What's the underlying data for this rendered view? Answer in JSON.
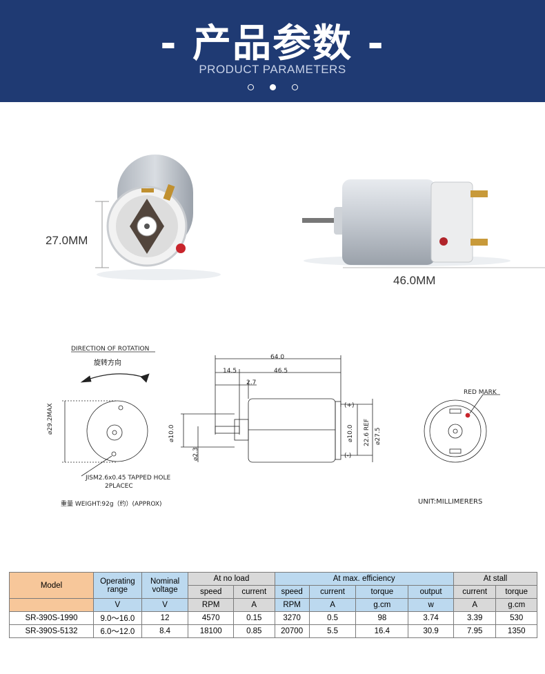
{
  "header": {
    "title": "- 产品参数 -",
    "subtitle": "PRODUCT PARAMETERS",
    "active_dot": 1,
    "bg_color": "#1f3a73"
  },
  "photos": {
    "diameter_label": "27.0MM",
    "length_label": "46.0MM"
  },
  "drawing": {
    "direction_en": "DIRECTION OF ROTATION",
    "direction_cn": "旋转方向",
    "dia_max": "⌀29.2MAX",
    "tapped_hole": "JISM2.6x0.45 TAPPED HOLE",
    "places": "2PLACEC",
    "weight": "重量 WEIGHT:92g（约）(APPROX)",
    "dim_64": "64.0",
    "dim_14_5": "14.5",
    "dim_46_5": "46.5",
    "dim_2_7": "2.7",
    "dim_10_left": "⌀10.0",
    "dim_2_3": "⌀2.3",
    "dim_10_right": "⌀10.0",
    "dim_22_6": "22.6 REF",
    "dim_27_5": "⌀27.5",
    "plus": "(+)",
    "minus": "(-)",
    "red_mark": "RED MARK",
    "unit": "UNIT:MILLIMERERS"
  },
  "table": {
    "model_header": "Model",
    "operating_header": "Operating range",
    "nominal_header": "Nominal voltage",
    "no_load_header": "At no load",
    "max_eff_header": "At max. efficiency",
    "stall_header": "At stall",
    "sub": {
      "speed": "speed",
      "current": "current",
      "torque": "torque",
      "output": "output"
    },
    "units": [
      "V",
      "V",
      "RPM",
      "A",
      "RPM",
      "A",
      "g.cm",
      "w",
      "A",
      "g.cm"
    ],
    "rows": [
      [
        "SR-390S-1990",
        "9.0～16.0",
        "12",
        "4570",
        "0.15",
        "3270",
        "0.5",
        "98",
        "3.74",
        "3.39",
        "530"
      ],
      [
        "SR-390S-5132",
        "6.0～12.0",
        "8.4",
        "18100",
        "0.85",
        "20700",
        "5.5",
        "16.4",
        "30.9",
        "7.95",
        "1350"
      ]
    ]
  }
}
